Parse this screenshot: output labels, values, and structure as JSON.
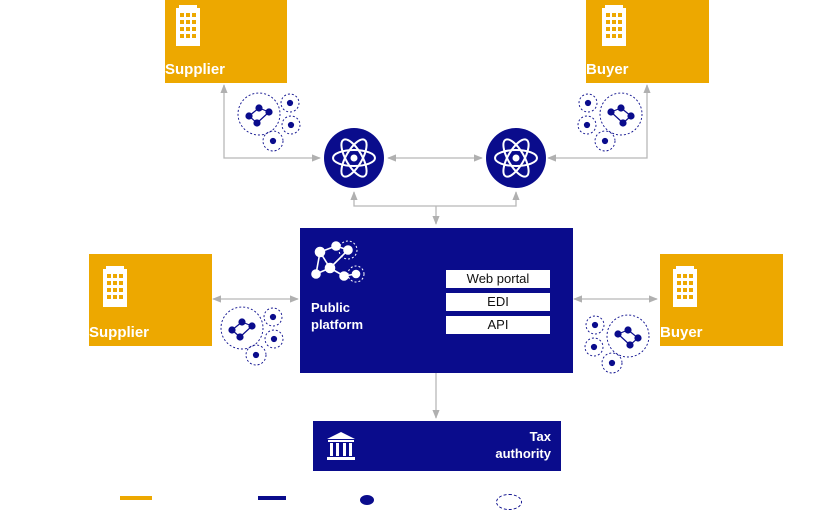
{
  "nodes": {
    "supplier_top": "Supplier",
    "buyer_top": "Buyer",
    "supplier_mid": "Supplier",
    "buyer_mid": "Buyer",
    "platform_line1": "Public",
    "platform_line2": "platform",
    "tax_line1": "Tax",
    "tax_line2": "authority"
  },
  "channels": [
    "Web portal",
    "EDI",
    "API"
  ],
  "colors": {
    "orange": "#EDA800",
    "navy": "#0A0C8C",
    "arrow": "#B8B8B8"
  }
}
